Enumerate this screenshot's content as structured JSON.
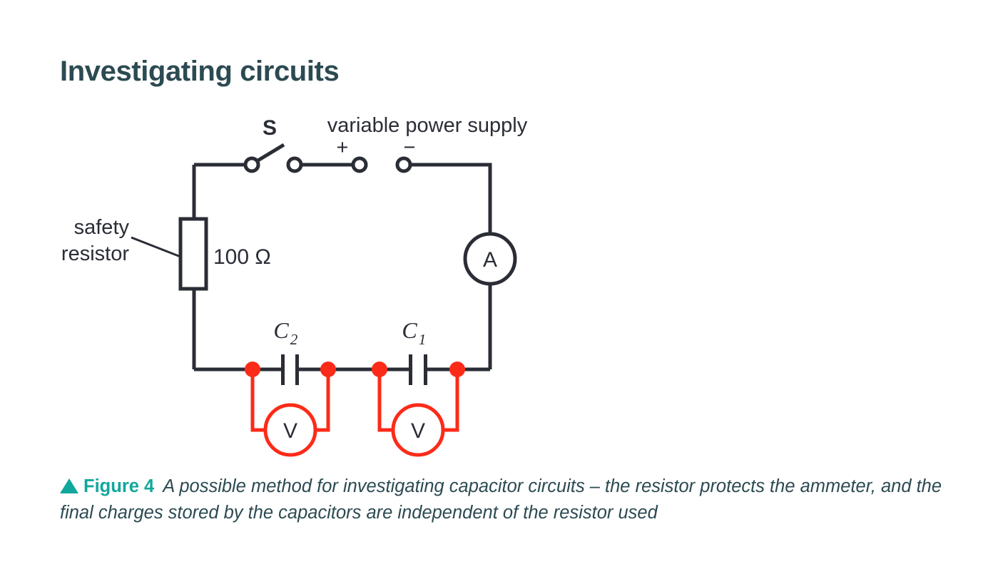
{
  "page": {
    "title": "Investigating circuits",
    "title_color": "#2c4a52",
    "background": "#ffffff"
  },
  "colors": {
    "wire": "#2b2d36",
    "accent_red": "#fc2b18",
    "teal": "#12a79d",
    "title_teal": "#2c4a52"
  },
  "diagram": {
    "name": "capacitor-investigation-circuit",
    "labels": {
      "switch": "S",
      "power_supply": "variable power supply",
      "supply_plus": "+",
      "supply_minus": "−",
      "safety_resistor": "safety\nresistor",
      "safety_resistor_line1": "safety",
      "safety_resistor_line2": "resistor",
      "resistance": "100 Ω",
      "ammeter": "A",
      "capacitor_2": "C",
      "capacitor_2_sub": "2",
      "capacitor_1": "C",
      "capacitor_1_sub": "1",
      "voltmeter_left": "V",
      "voltmeter_right": "V"
    }
  },
  "caption": {
    "triangle": "▲",
    "figure_label": "Figure 4",
    "text": "A possible method for investigating capacitor circuits – the resistor protects the ammeter, and the final charges stored by the capacitors are independent of the resistor used"
  }
}
